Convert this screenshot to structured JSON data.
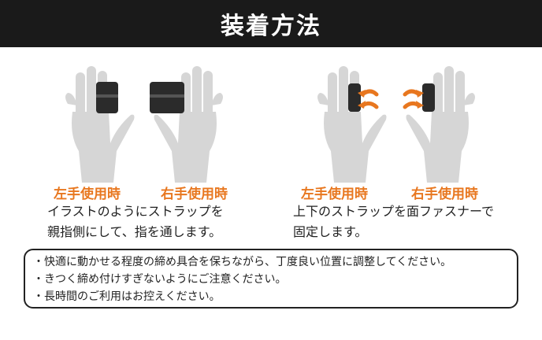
{
  "header": {
    "title": "装着方法"
  },
  "colors": {
    "accent": "#e8771f",
    "header_bg": "#1a1a1a",
    "hand": "#d6d6d6",
    "strap": "#2b2b2b"
  },
  "section_left": {
    "label_left": "左手使用時",
    "label_right": "右手使用時",
    "desc": [
      "イラストのようにストラップを",
      "親指側にして、指を通します。"
    ]
  },
  "section_right": {
    "label_left": "左手使用時",
    "label_right": "右手使用時",
    "desc": [
      "上下のストラップを面ファスナーで",
      "固定します。"
    ]
  },
  "notes": [
    "・快適に動かせる程度の締め具合を保ちながら、丁度良い位置に調整してください。",
    "・きつく締め付けすぎないようにご注意ください。",
    "・長時間のご利用はお控えください。"
  ]
}
